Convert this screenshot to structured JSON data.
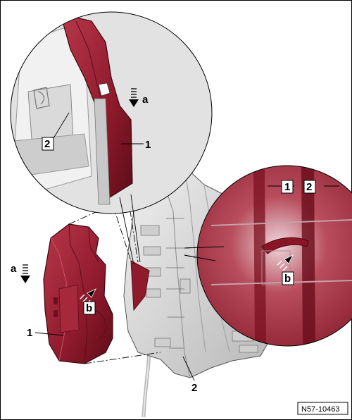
{
  "figure": {
    "ref_code": "N57-10463",
    "callouts": {
      "part_1": "1",
      "part_2": "2",
      "direction_a": "a",
      "direction_b": "b"
    }
  },
  "colors": {
    "cover_red": "#8e1a2c",
    "cover_red_dark": "#5e0c19",
    "cover_red_light": "#b8384a",
    "lock_grey": "#d6d6d6",
    "lock_grey_dark": "#9a9a9a",
    "outline": "#000000"
  }
}
